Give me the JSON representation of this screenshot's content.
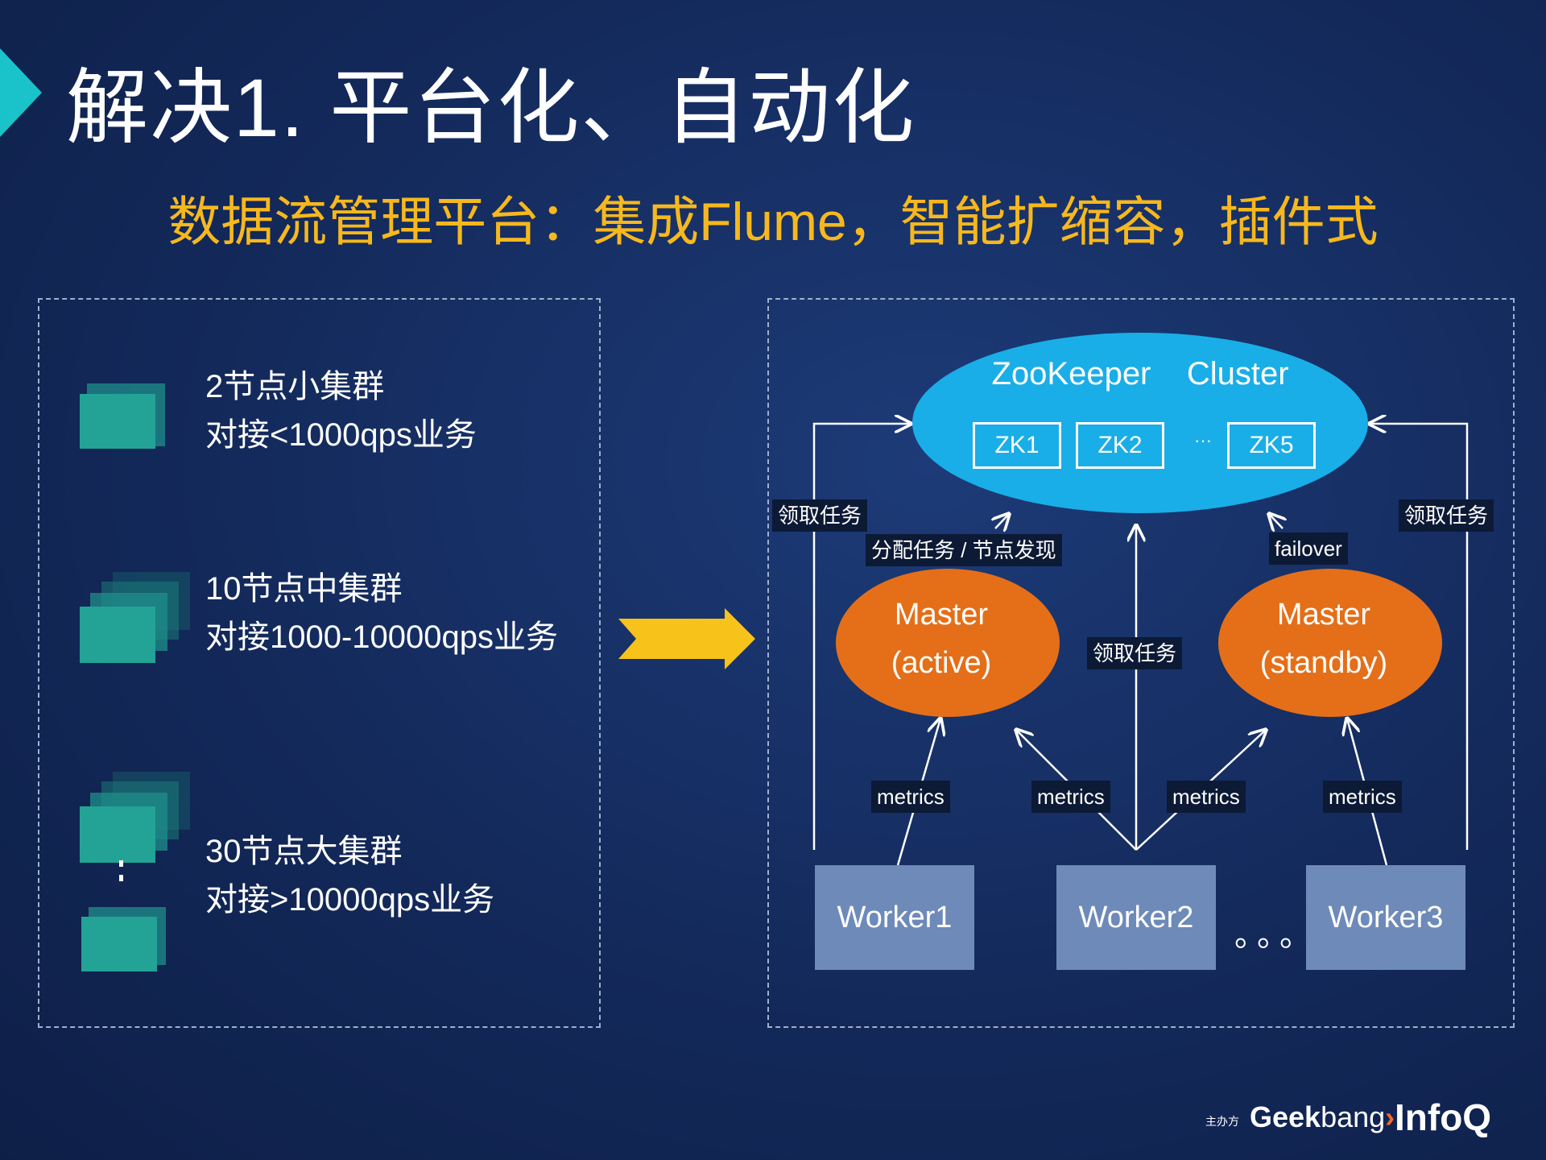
{
  "title": "解决1. 平台化、自动化",
  "subtitle": "数据流管理平台：集成Flume，智能扩缩容，插件式",
  "tiers": [
    {
      "line1": "2节点小集群",
      "line2": "对接<1000qps业务"
    },
    {
      "line1": "10节点中集群",
      "line2": "对接1000-10000qps业务"
    },
    {
      "line1": "30节点大集群",
      "line2": "对接>10000qps业务"
    }
  ],
  "zookeeper": {
    "title": "ZooKeeper    Cluster",
    "nodes": [
      "ZK1",
      "ZK2",
      "ZK5"
    ],
    "ellipsis": "···"
  },
  "masters": [
    {
      "line1": "Master",
      "line2": "(active)"
    },
    {
      "line1": "Master",
      "line2": "(standby)"
    }
  ],
  "workers": [
    "Worker1",
    "Worker2",
    "Worker3"
  ],
  "worker_ellipsis": "。。。",
  "labels": {
    "fetch_left": "领取任务",
    "fetch_right": "领取任务",
    "fetch_center": "领取任务",
    "assign": "分配任务 / 节点发现",
    "failover": "failover",
    "metrics": "metrics"
  },
  "logo": {
    "host": "主办方",
    "geek_bold": "Geek",
    "geek_thin": "bang",
    "geek_arrow": "›",
    "infoq": "InfoQ"
  },
  "colors": {
    "background": "#13295a",
    "title_accent": "#19c3c9",
    "subtitle": "#f7b81e",
    "zookeeper": "#19aee7",
    "master": "#e56e18",
    "worker": "#6d8ab8",
    "cluster_square": "#23a396",
    "big_arrow": "#f7c21a"
  }
}
